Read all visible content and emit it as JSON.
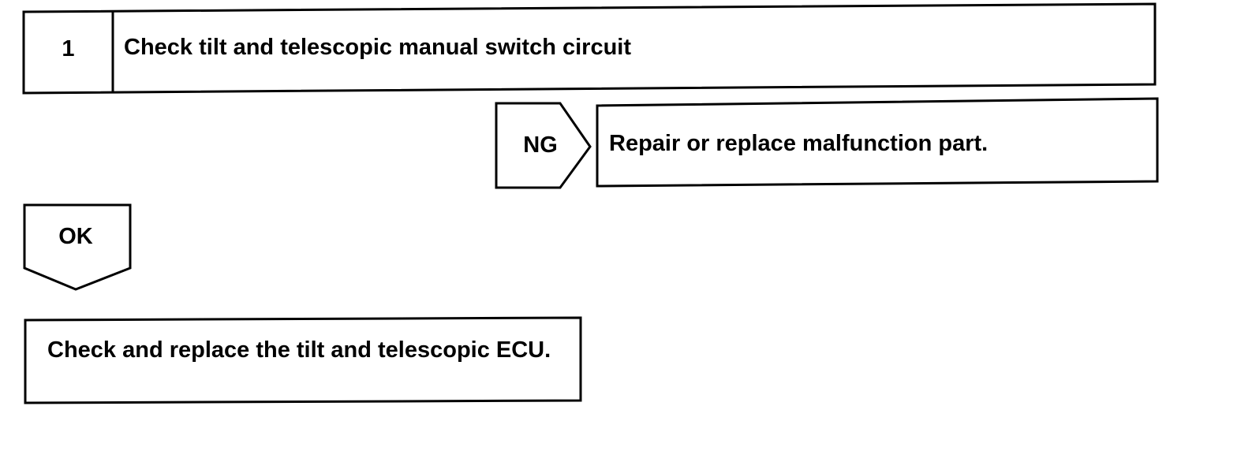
{
  "step": {
    "number": "1",
    "title": "Check tilt and telescopic manual switch circuit"
  },
  "ng_branch": {
    "label": "NG",
    "action": "Repair or replace malfunction part."
  },
  "ok_branch": {
    "label": "OK"
  },
  "final_step": {
    "action": "Check and replace the tilt and telescopic ECU."
  }
}
